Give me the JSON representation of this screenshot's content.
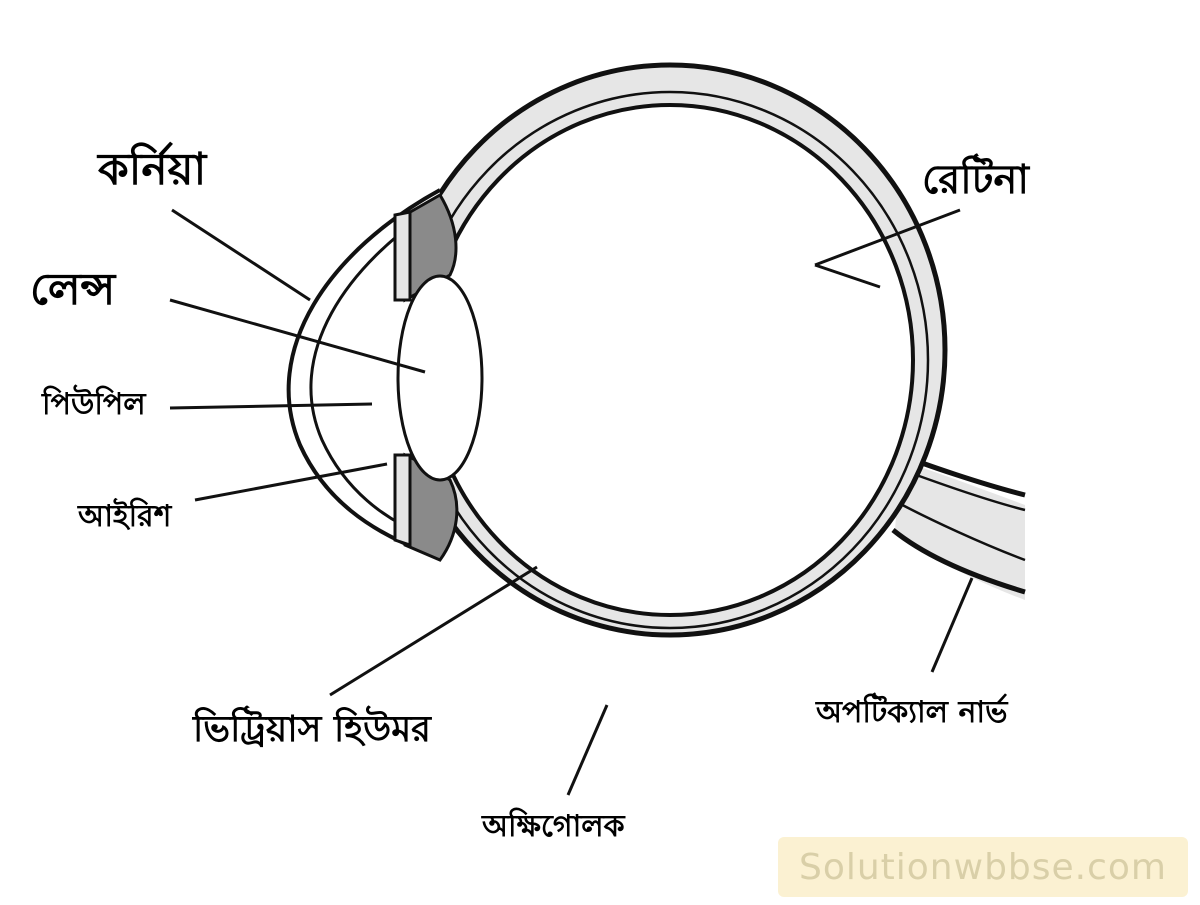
{
  "labels": {
    "cornea": "কর্নিয়া",
    "lens": "লেন্স",
    "pupil": "পিউপিল",
    "iris": "আইরিশ",
    "vitreous": "ভিট্রিয়াস হিউমর",
    "eyeball": "অক্ষিগোলক",
    "retina": "রেটিনা",
    "optic_nerve": "অপটিক্যাল নার্ভ"
  },
  "watermark": "Solutionwbbse.com",
  "colors": {
    "outline": "#111111",
    "wall_fill": "#e6e6e6",
    "iris_fill": "#8a8a8a",
    "background": "#ffffff"
  }
}
